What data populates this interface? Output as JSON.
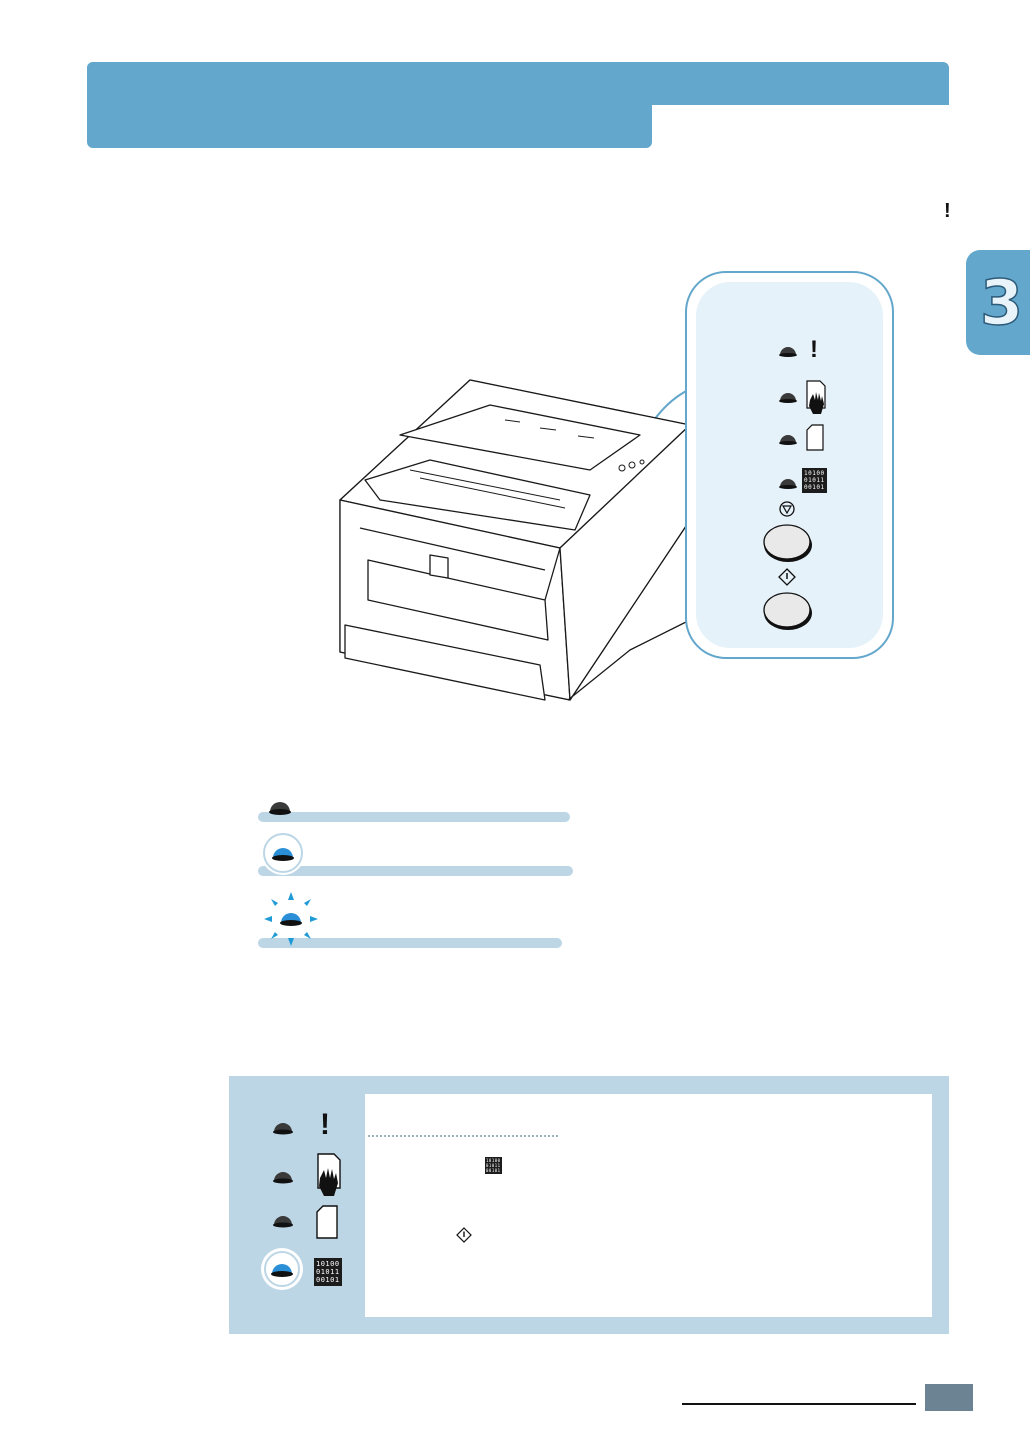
{
  "header": {
    "title": "",
    "mark": "!"
  },
  "chapter_tab": {
    "number": "3"
  },
  "control_panel": {
    "leds": [
      {
        "name": "error",
        "icon": "exclamation-icon",
        "glyph": "!"
      },
      {
        "name": "manual-feed",
        "icon": "manual-feed-hand-icon"
      },
      {
        "name": "paper",
        "icon": "paper-sheet-icon"
      },
      {
        "name": "data",
        "icon": "data-icon",
        "glyph": "10100\n01011\n00101"
      }
    ],
    "buttons": [
      {
        "name": "cancel",
        "icon": "cancel-triangle-icon"
      },
      {
        "name": "demo",
        "icon": "demo-diamond-icon"
      }
    ]
  },
  "led_legend": [
    {
      "state": "off",
      "icon": "led-off-icon",
      "label": ""
    },
    {
      "state": "on",
      "icon": "led-on-icon",
      "label": ""
    },
    {
      "state": "blinking",
      "icon": "led-blinking-icon",
      "label": ""
    }
  ],
  "example_panel": {
    "error_glyph": "!",
    "data_glyph": "10100\n01011\n00101",
    "line1_text": "",
    "line2_text": ""
  },
  "footer": {
    "page_number": ""
  },
  "colors": {
    "accent": "#63a7cc",
    "panel": "#bcd6e6",
    "callout": "#e6f2fa",
    "led_on": "#2a8fd6",
    "footer_box": "#6c8394"
  }
}
